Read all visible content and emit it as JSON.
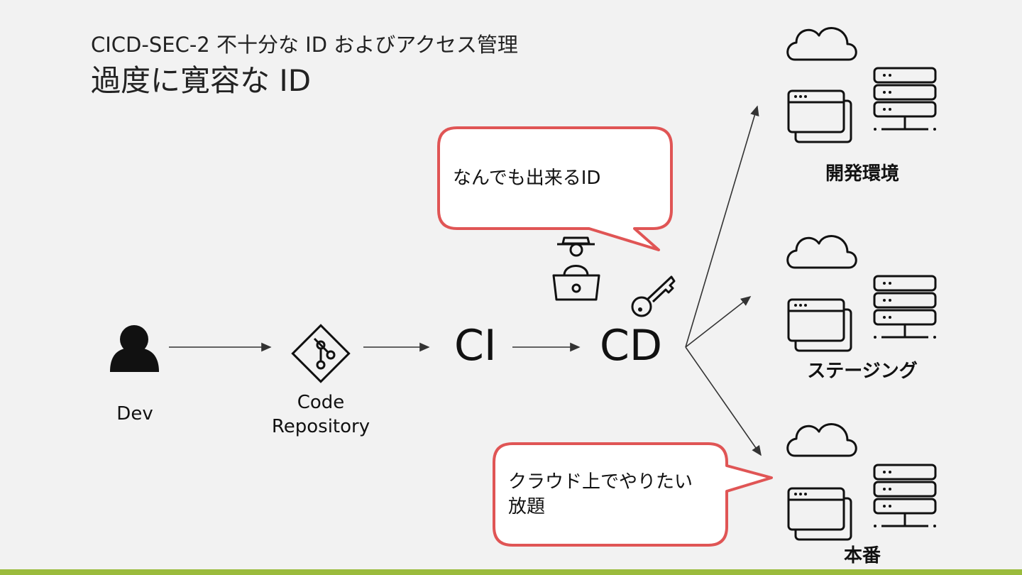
{
  "header": {
    "subtitle": "CICD-SEC-2  不十分な ID およびアクセス管理",
    "title": "過度に寛容な ID"
  },
  "nodes": {
    "dev": "Dev",
    "repo_line1": "Code",
    "repo_line2": "Repository",
    "ci": "CI",
    "cd": "CD"
  },
  "environments": {
    "dev": "開発環境",
    "staging": "ステージング",
    "prod": "本番"
  },
  "bubbles": {
    "top": "なんでも出来るID",
    "bottom_line1": "クラウド上でやりたい",
    "bottom_line2": "放題"
  },
  "icons": [
    "user-icon",
    "git-repo-icon",
    "hacker-icon",
    "key-icon",
    "cloud-icon",
    "browser-window-icon",
    "server-rack-icon"
  ],
  "colors": {
    "bubble_border": "#e05555",
    "background": "#f2f2f2",
    "bottom_bar": "#9bbb3c"
  }
}
